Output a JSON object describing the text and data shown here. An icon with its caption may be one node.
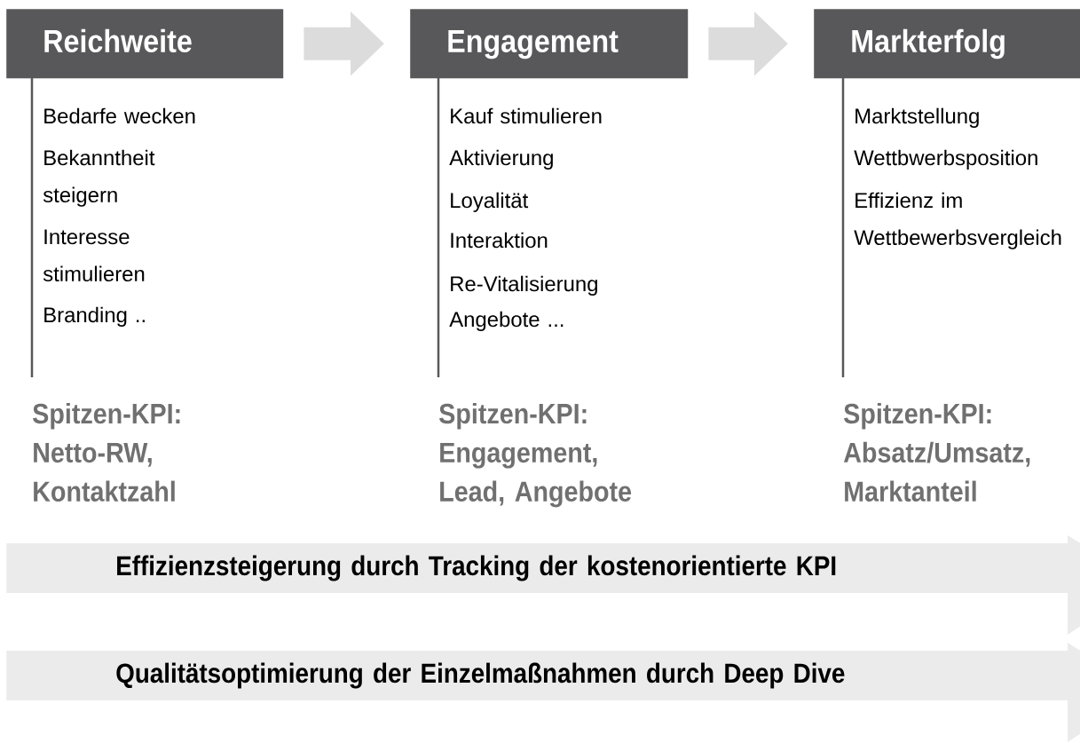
{
  "diagram": {
    "nodes": [
      {
        "text": [
          "Reichweite"
        ],
        "beside": [
          "Bedarfe wecken",
          "Bekanntheit steigern",
          "Interesse stimulieren",
          "Branding .."
        ]
      },
      {
        "text": [
          "Engagement"
        ],
        "beside": [
          "Kauf stimulieren",
          "Aktivierung",
          "Loyalität",
          "Interaktion",
          "Re-Vitalisierung",
          "Angebote ..."
        ]
      },
      {
        "text": [
          "Markterfolg"
        ],
        "beside": [
          "Marktstellung",
          "Wettbwerbsposition",
          "Effizienz im Wettbewerbsvergleich"
        ]
      },
      {
        "text": [
          "Effizienzsteigerung durch Tracking der kostenorientierte KPI"
        ]
      },
      {
        "text": [
          "Qualitätsoptimierung der Einzelmaßnahmen durch Deep Dive"
        ]
      }
    ],
    "edges": [
      {
        "from": 0,
        "to": 1,
        "arrow": "to"
      },
      {
        "from": 1,
        "to": 2,
        "arrow": "to"
      }
    ],
    "labels": [
      "Spitzen-KPI: Netto-RW, Kontaktzahl",
      "Spitzen-KPI: Engagement, Lead, Angebote",
      "Spitzen-KPI: Absatz/Umsatz, Marktanteil"
    ]
  }
}
